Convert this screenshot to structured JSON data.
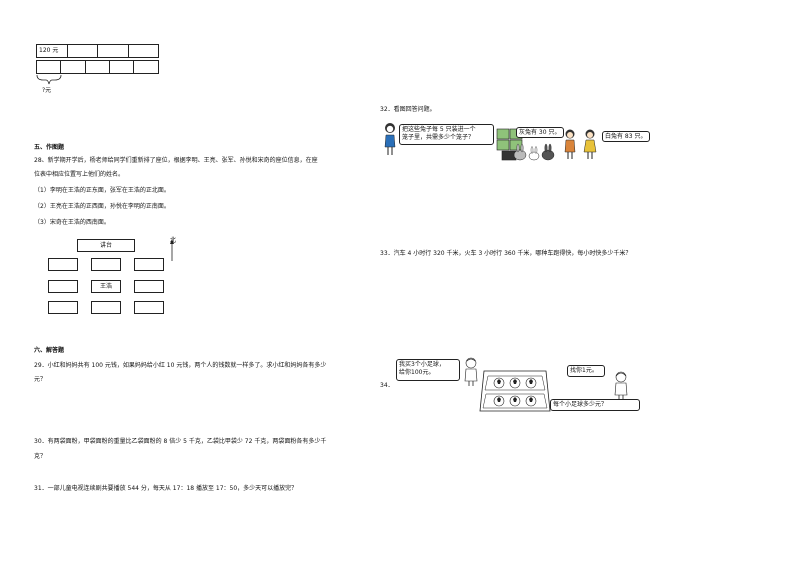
{
  "bar_model": {
    "top_value": "120 元",
    "bottom_value": "?元"
  },
  "section5": {
    "heading": "五、作图题",
    "q28_line1": "28、新学期开学后，杨老师给同学们重新排了座位，根据李明、王亮、张军、孙悦和宋奇的座位信息，在座",
    "q28_line2": "位表中相应位置写上他们的姓名。",
    "clue1": "（1）李明在王浩的正东面，张军在王浩的正北面。",
    "clue2": "（2）王亮在王浩的正西面，孙悦在李明的正南面。",
    "clue3": "（3）宋奇在王浩的西南面。",
    "podium": "讲台",
    "center_seat": "王浩",
    "north": "北"
  },
  "section6": {
    "heading": "六、解答题",
    "q29_line1": "29．小红和妈妈共有 100 元钱，如果妈妈给小红 10 元钱，两个人的钱数就一样多了。求小红和妈妈各有多少",
    "q29_line2": "元？",
    "q30_line1": "30．有两袋面粉，甲袋面粉的重量比乙袋面粉的 8 倍少 5 千克，乙袋比甲袋少 72 千克，两袋面粉各有多少千",
    "q30_line2": "克？",
    "q31": "31．一部儿童电视连续剧共要播放 544 分，每天从 17：18 播放至 17：50，多少天可以播放完？"
  },
  "right_col": {
    "q32": "32．看图回答问题。",
    "q32_bubble1_l1": "把这些兔子每 5 只装进一个",
    "q32_bubble1_l2": "笼子里，共需多少个笼子？",
    "q32_bubble2": "灰兔有 30 只。",
    "q32_bubble3": "白兔有 83 只。",
    "q33": "33．汽车 4 小时行 320 千米，火车 3 小时行 360 千米，哪种车跑得快，每小时快多少千米？",
    "q34": "34．",
    "q34_bubble1_l1": "我买3个小足球，",
    "q34_bubble1_l2": "给你100元。",
    "q34_bubble2": "找你1元。",
    "q34_bubble3": "每个小足球多少元？"
  }
}
